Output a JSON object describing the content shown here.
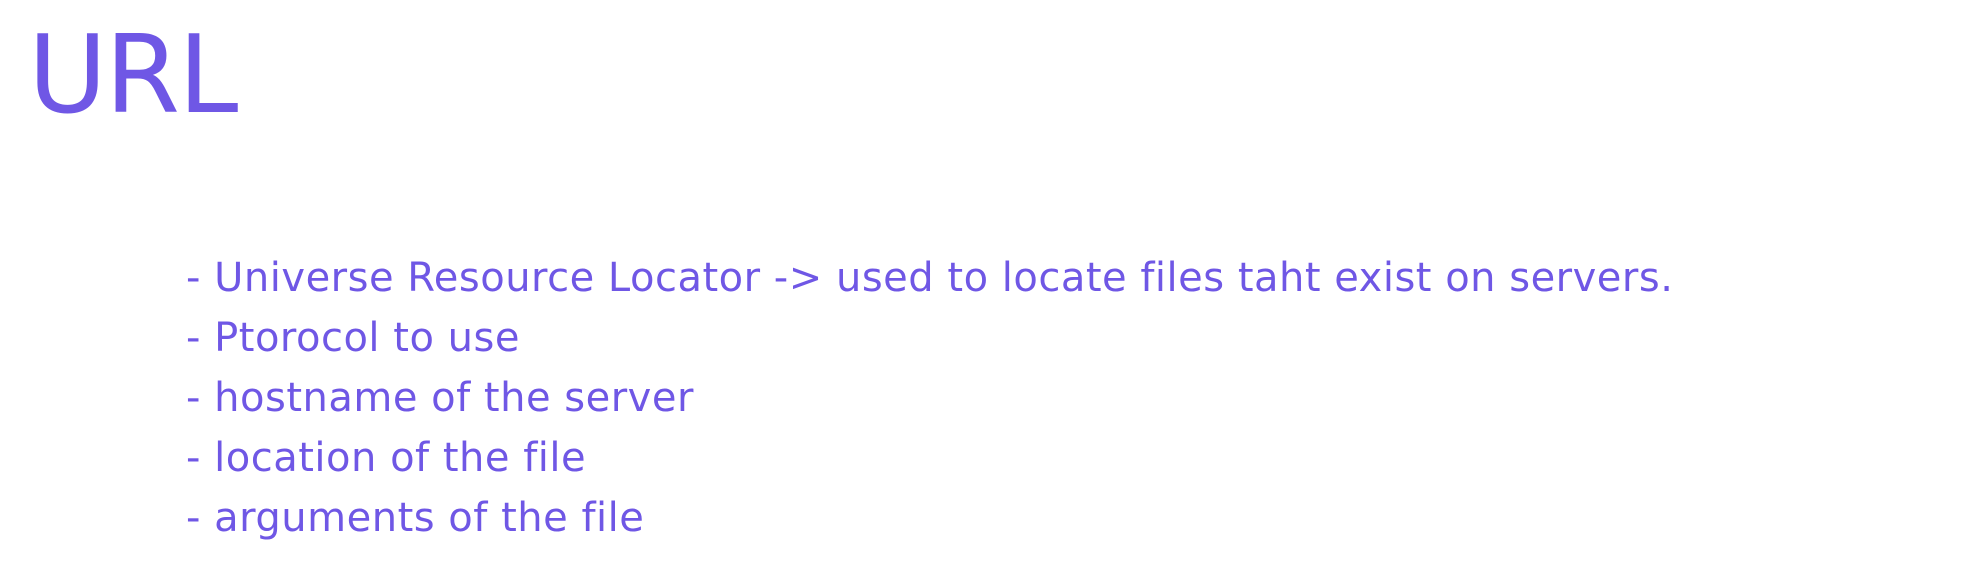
{
  "page": {
    "title": "URL",
    "notes": [
      "- Universe Resource Locator -> used to locate files taht exist on servers.",
      "- Ptorocol to use",
      "- hostname of the server",
      "- location of the file",
      "- arguments of the file"
    ]
  },
  "colors": {
    "text": "#6f57e5",
    "background": "#ffffff"
  }
}
